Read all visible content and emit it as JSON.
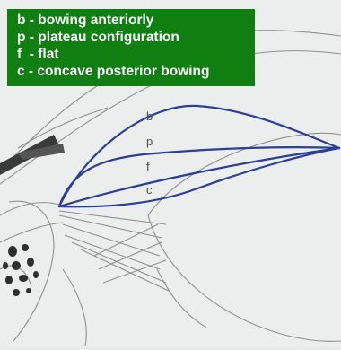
{
  "legend": {
    "items": [
      {
        "key": "b",
        "sep": " - ",
        "text": "bowing anteriorly"
      },
      {
        "key": "p",
        "sep": " - ",
        "text": "plateau configuration"
      },
      {
        "key": "f",
        "sep": "  - ",
        "text": "flat"
      },
      {
        "key": "c",
        "sep": " - ",
        "text": "concave posterior bowing"
      }
    ],
    "background": "#0f7f12",
    "text_color": "#ffffff"
  },
  "diagram": {
    "curve_labels": [
      "b",
      "p",
      "f",
      "c"
    ],
    "curve_color": "#2b3f9a",
    "line_color": "#8a8a8a",
    "pigment_color": "#2e2e2e"
  }
}
